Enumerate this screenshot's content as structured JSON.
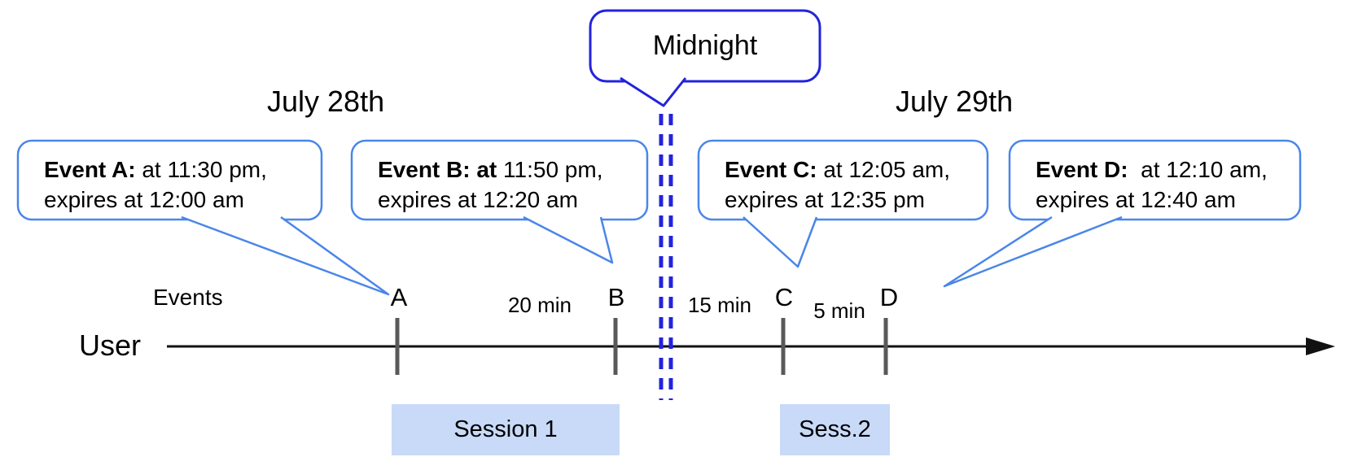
{
  "dates": {
    "left": "July 28th",
    "right": "July 29th"
  },
  "midnight": {
    "label": "Midnight"
  },
  "axis": {
    "events_label": "Events",
    "user_label": "User"
  },
  "ticks": {
    "a": "A",
    "b": "B",
    "c": "C",
    "d": "D"
  },
  "intervals": {
    "ab": "20 min",
    "bc": "15 min",
    "cd": "5 min"
  },
  "events": {
    "a": {
      "bold": "Event A:",
      "rest": " at 11:30 pm,",
      "line2": "expires at 12:00 am"
    },
    "b": {
      "bold": "Event B: at",
      "rest": " 11:50 pm,",
      "line2": "expires at 12:20 am"
    },
    "c": {
      "bold": "Event C:",
      "rest": " at 12:05 am,",
      "line2": "expires at 12:35 pm"
    },
    "d": {
      "bold": "Event D:",
      "rest": "  at 12:10 am,",
      "line2": "expires at 12:40 am"
    }
  },
  "sessions": {
    "s1": "Session 1",
    "s2": "Sess.2"
  },
  "colors": {
    "event_border": "#4a86e8",
    "midnight_border": "#2323dc",
    "session_fill": "#c9daf8",
    "tick_color": "#595959",
    "axis_color": "#111111",
    "text_color": "#000000"
  }
}
